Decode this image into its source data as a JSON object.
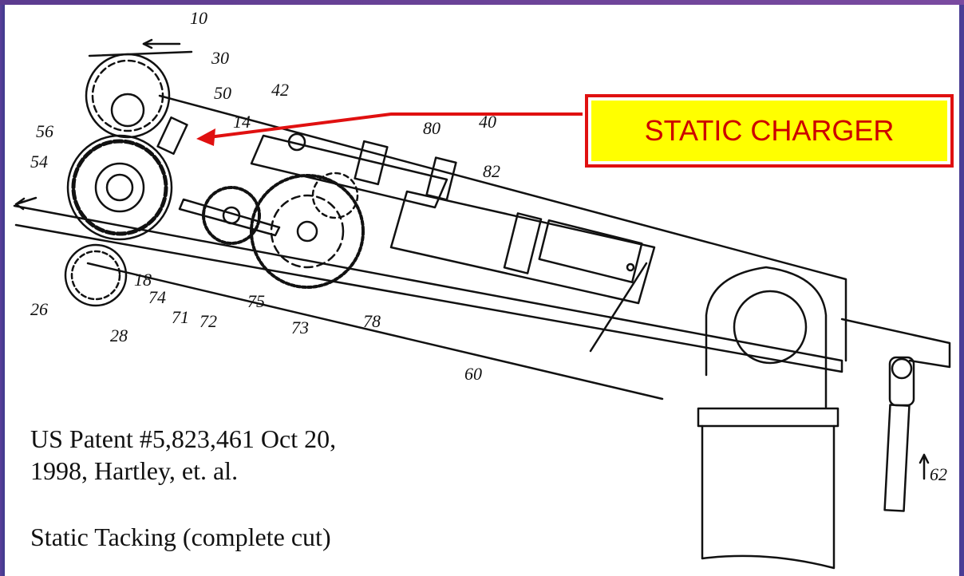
{
  "callout": {
    "label": "STATIC CHARGER"
  },
  "caption": {
    "citation_line1": "US Patent #5,823,461 Oct 20,",
    "citation_line2": "1998, Hartley, et. al.",
    "subtitle": "Static Tacking (complete cut)"
  },
  "reference_numerals": {
    "n10": "10",
    "n30": "30",
    "n50": "50",
    "n42": "42",
    "n14": "14",
    "n40": "40",
    "n80": "80",
    "n56": "56",
    "n54": "54",
    "n82": "82",
    "n18": "18",
    "n74": "74",
    "n71": "71",
    "n72": "72",
    "n75": "75",
    "n73": "73",
    "n78": "78",
    "n26": "26",
    "n28": "28",
    "n60": "60",
    "n62": "62"
  },
  "colors": {
    "frame": "#4a3d95",
    "callout_border": "#e01010",
    "callout_fill": "#ffff00",
    "callout_text": "#cc0000",
    "arrow": "#e01010"
  }
}
